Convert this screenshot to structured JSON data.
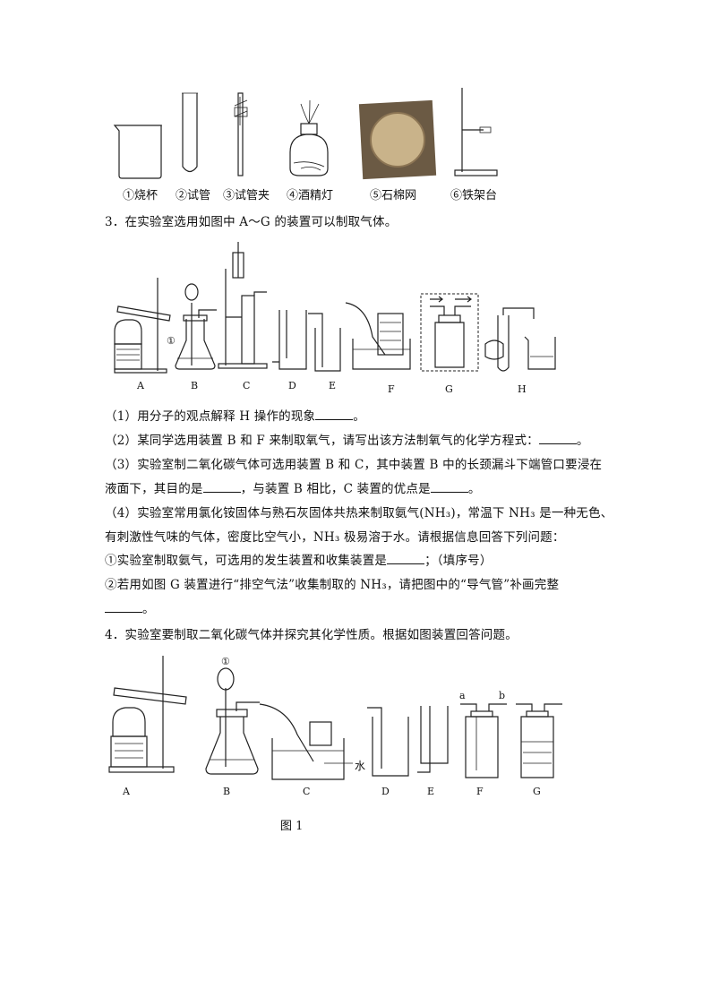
{
  "equipment_row": {
    "items": [
      {
        "label": "①烧杯"
      },
      {
        "label": "②试管"
      },
      {
        "label": "③试管夹"
      },
      {
        "label": "④酒精灯"
      },
      {
        "label": "⑤石棉网"
      },
      {
        "label": "⑥铁架台"
      }
    ]
  },
  "q3": {
    "title": "3．在实验室选用如图中 A～G 的装置可以制取气体。",
    "labels": [
      "A",
      "B",
      "C",
      "D",
      "E",
      "F",
      "G",
      "H"
    ],
    "marker": "①",
    "p1_pre": "（1）用分子的观点解释 H 操作的现象",
    "p1_post": "。",
    "p2_pre": "（2）某同学选用装置 B 和 F 来制取氧气，请写出该方法制氧气的化学方程式：",
    "p2_post": "。",
    "p3_line1": "（3）实验室制二氧化碳气体可选用装置 B 和 C，其中装置 B 中的长颈漏斗下端管口要浸在",
    "p3_line2_a": "液面下，其目的是",
    "p3_line2_b": "，与装置 B 相比，C 装置的优点是",
    "p3_line2_c": "。",
    "p4_line1": "（4）实验室常用氯化铵固体与熟石灰固体共热来制取氨气(NH₃)，常温下 NH₃ 是一种无色、",
    "p4_line2": "有刺激性气味的气体，密度比空气小，NH₃ 极易溶于水。请根据信息回答下列问题：",
    "p4_sub1_pre": "①实验室制取氨气，可选用的发生装置和收集装置是",
    "p4_sub1_post": "；（填序号）",
    "p4_sub2": "②若用如图 G 装置进行“排空气法”收集制取的 NH₃，请把图中的“导气管”补画完整",
    "p4_sub2_end": "。"
  },
  "q4": {
    "title": "4．实验室要制取二氧化碳气体并探究其化学性质。根据如图装置回答问题。",
    "labels": [
      "A",
      "B",
      "C",
      "D",
      "E",
      "F",
      "G"
    ],
    "marker": "①",
    "water_label": "水",
    "port_a": "a",
    "port_b": "b",
    "caption": "图 1"
  }
}
